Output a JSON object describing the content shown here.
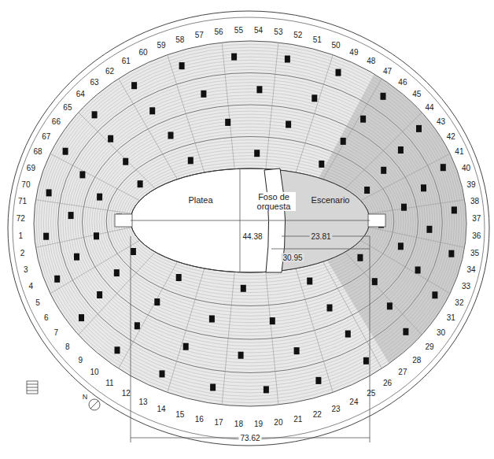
{
  "diagram": {
    "labels": [
      "1",
      "2",
      "3",
      "4",
      "5",
      "6",
      "7",
      "8",
      "9",
      "10",
      "11",
      "12",
      "13",
      "14",
      "15",
      "16",
      "17",
      "18",
      "19",
      "20",
      "21",
      "22",
      "23",
      "24",
      "25",
      "26",
      "27",
      "28",
      "29",
      "30",
      "31",
      "32",
      "33",
      "34",
      "35",
      "36",
      "37",
      "38",
      "39",
      "40",
      "41",
      "42",
      "43",
      "44",
      "45",
      "46",
      "47",
      "48",
      "49",
      "50",
      "51",
      "52",
      "53",
      "54",
      "55",
      "56",
      "57",
      "58",
      "59",
      "60",
      "61",
      "62",
      "63",
      "64",
      "65",
      "66",
      "67",
      "68",
      "69",
      "70",
      "71",
      "72",
      "Platea",
      "Foso de orquesta",
      "Escenario",
      "44.38",
      "23.81",
      "30.95",
      "73.62",
      "N"
    ]
  }
}
